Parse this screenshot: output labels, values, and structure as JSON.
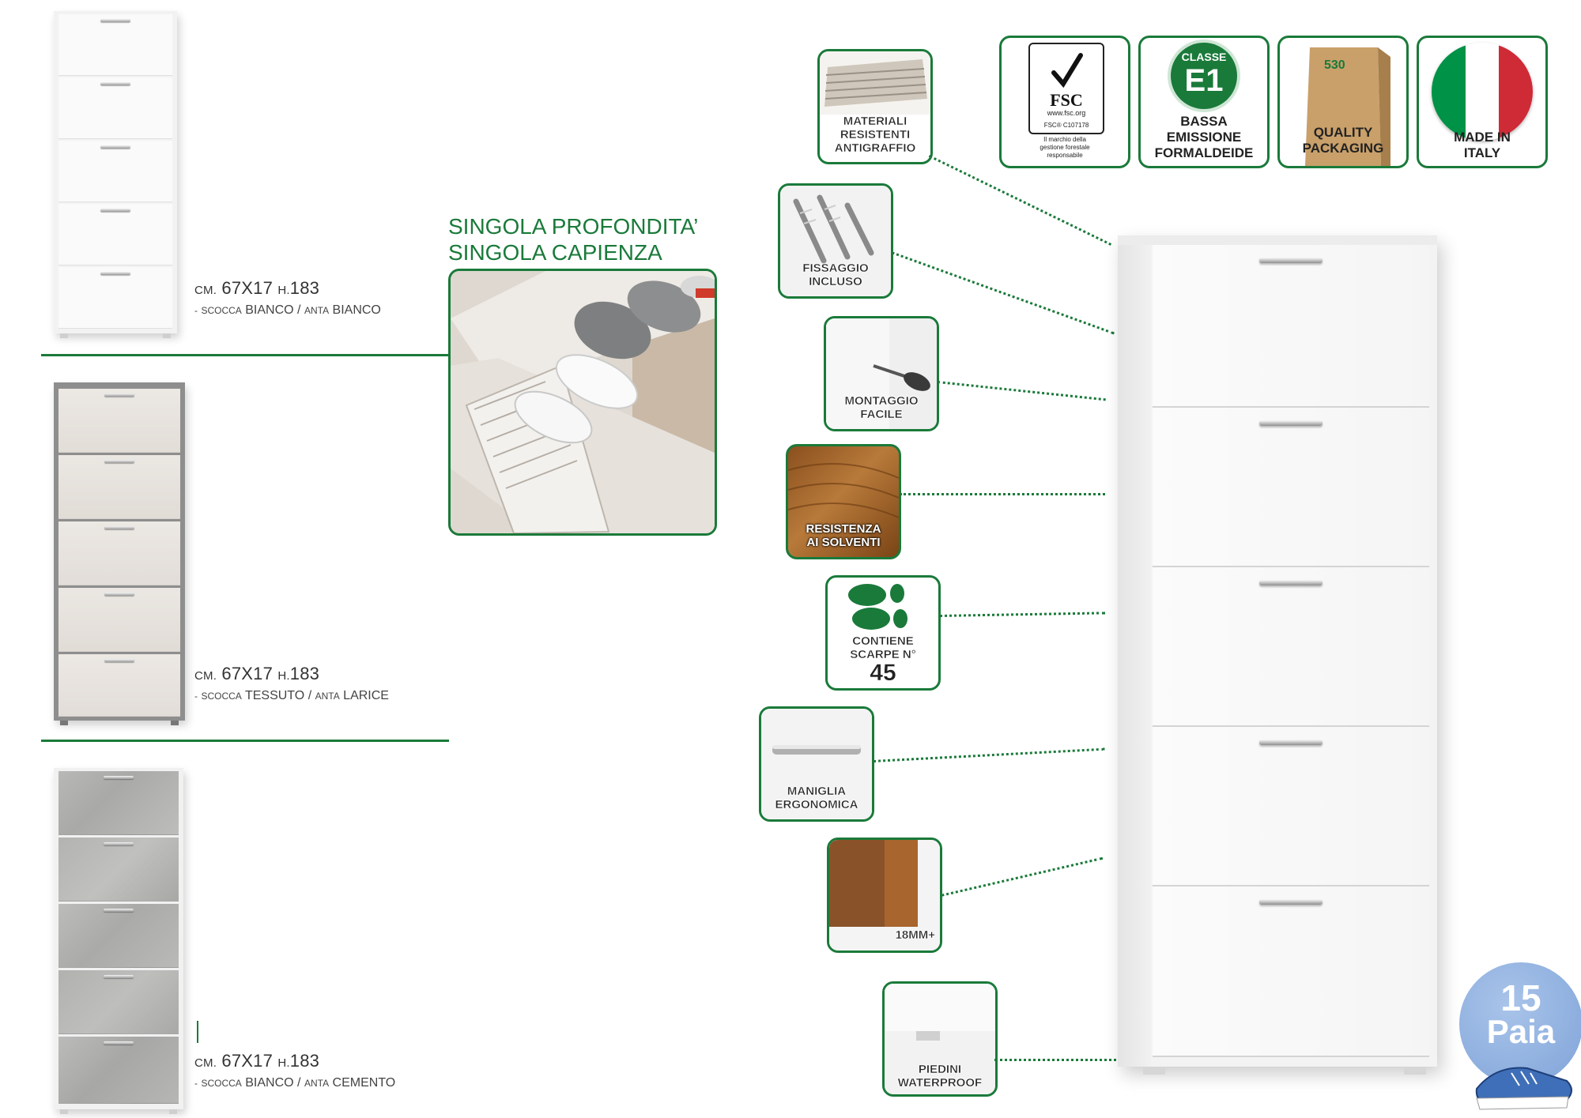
{
  "colors": {
    "accent_green": "#1a7a3a",
    "badge_blue": "#8aaee0"
  },
  "products": [
    {
      "dims_prefix": "CM.",
      "dims": "67X17",
      "height_prefix": "H.",
      "height": "183",
      "sub_dash": "-",
      "body_prefix": "SCOCCA",
      "body": "BIANCO",
      "slash": "/",
      "door_prefix": "ANTA",
      "door": "BIANCO"
    },
    {
      "dims_prefix": "CM.",
      "dims": "67X17",
      "height_prefix": "H.",
      "height": "183",
      "sub_dash": "-",
      "body_prefix": "SCOCCA",
      "body": "TESSUTO",
      "slash": "/",
      "door_prefix": "ANTA",
      "door": "LARICE"
    },
    {
      "dims_prefix": "CM.",
      "dims": "67X17",
      "height_prefix": "H.",
      "height": "183",
      "sub_dash": "-",
      "body_prefix": "SCOCCA",
      "body": "BIANCO",
      "slash": "/",
      "door_prefix": "ANTA",
      "door": "CEMENTO"
    }
  ],
  "headline": {
    "line1": "SINGOLA PROFONDITA’",
    "line2": "SINGOLA CAPIENZA"
  },
  "features": {
    "materiali": [
      "MATERIALI",
      "RESISTENTI",
      "ANTIGRAFFIO"
    ],
    "fissaggio": [
      "FISSAGGIO",
      "INCLUSO"
    ],
    "montaggio": [
      "MONTAGGIO",
      "FACILE"
    ],
    "resistenza": [
      "RESISTENZA",
      "AI SOLVENTI"
    ],
    "contiene": [
      "CONTIENE",
      "SCARPE N°"
    ],
    "contiene_num": "45",
    "maniglia": [
      "MANIGLIA",
      "ERGONOMICA"
    ],
    "spessore": "18MM+",
    "piedini": [
      "PIEDINI",
      "WATERPROOF"
    ]
  },
  "certificates": {
    "fsc": {
      "logo": "FSC",
      "site": "www.fsc.org",
      "code": "FSC® C107178",
      "note": [
        "Il marchio della",
        "gestione forestale",
        "responsabile"
      ]
    },
    "e1": {
      "classe": "CLASSE",
      "grade": "E1",
      "label": [
        "BASSA",
        "EMISSIONE",
        "FORMALDEIDE"
      ]
    },
    "packaging": {
      "box_code": "530",
      "label": [
        "QUALITY",
        "PACKAGING"
      ]
    },
    "italy": {
      "label": [
        "MADE IN",
        "ITALY"
      ],
      "flag_colors": [
        "#009246",
        "#ffffff",
        "#ce2b37"
      ]
    }
  },
  "capacity_badge": {
    "number": "15",
    "word": "Paia"
  }
}
